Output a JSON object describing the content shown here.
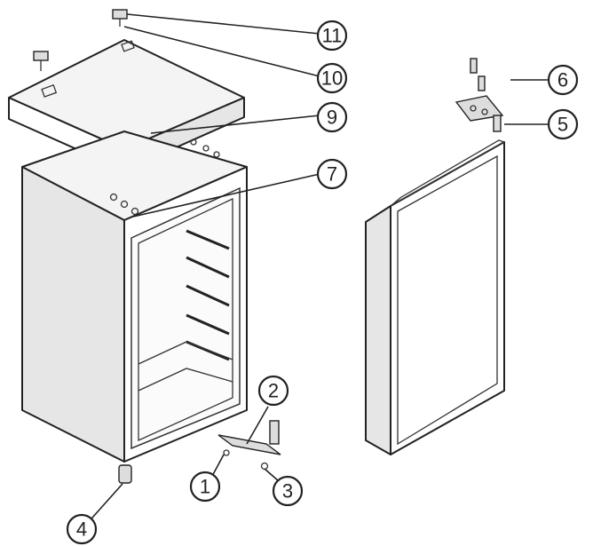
{
  "callouts": [
    {
      "id": "1",
      "label": "1"
    },
    {
      "id": "2",
      "label": "2"
    },
    {
      "id": "3",
      "label": "3"
    },
    {
      "id": "4",
      "label": "4"
    },
    {
      "id": "5",
      "label": "5"
    },
    {
      "id": "6",
      "label": "6"
    },
    {
      "id": "7",
      "label": "7"
    },
    {
      "id": "9",
      "label": "9"
    },
    {
      "id": "10",
      "label": "10"
    },
    {
      "id": "11",
      "label": "11"
    }
  ]
}
